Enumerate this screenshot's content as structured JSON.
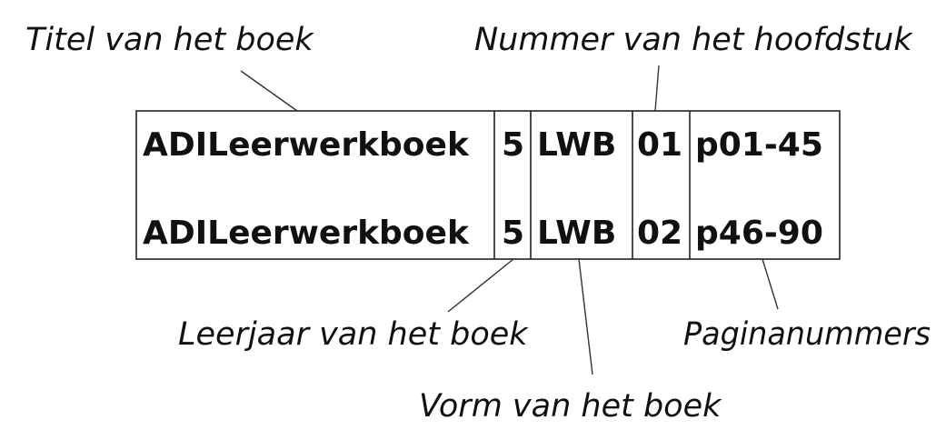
{
  "labels": {
    "title": "Titel van het boek",
    "chapter": "Nummer van het hoofdstuk",
    "grade": "Leerjaar van het boek",
    "pages": "Paginanummers",
    "form": "Vorm van het boek"
  },
  "rows": [
    [
      "ADILeerwerkboek",
      "5",
      "LWB",
      "01",
      "p01-45"
    ],
    [
      "ADILeerwerkboek",
      "5",
      "LWB",
      "02",
      "p46-90"
    ]
  ]
}
